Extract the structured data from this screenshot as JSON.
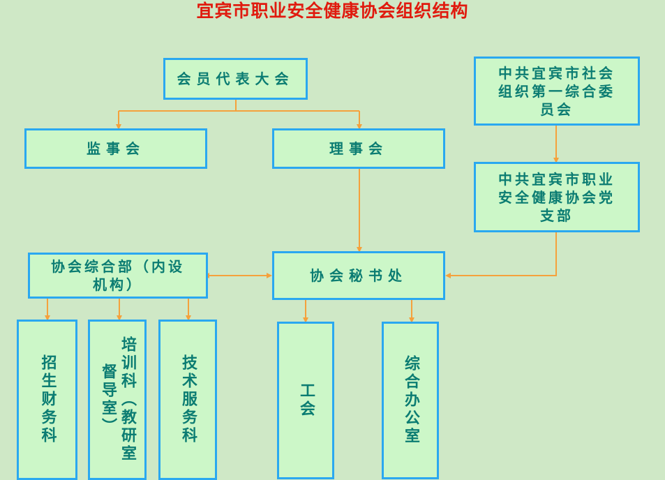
{
  "title": "宜宾市职业安全健康协会组织结构",
  "nodes": {
    "congress": "会员代表大会",
    "supervisors": "监事会",
    "council": "理事会",
    "party_committee": "中共宜宾市社会组织第一综合委员会",
    "party_branch": "中共宜宾市职业安全健康协会党支部",
    "general_dept": "协会综合部（内设机构）",
    "secretariat": "协会秘书处",
    "enroll_finance": "招生财务科",
    "training": "培训科（教研室督导室）",
    "tech_service": "技术服务科",
    "union": "工会",
    "general_office": "综合办公室"
  },
  "colors": {
    "title": "#e01a0e",
    "node_fill": "#ccf7c8",
    "node_border": "#2aa8f0",
    "node_text": "#0b7c72",
    "connector": "#f5a13c",
    "background": "#cfe8c6"
  }
}
